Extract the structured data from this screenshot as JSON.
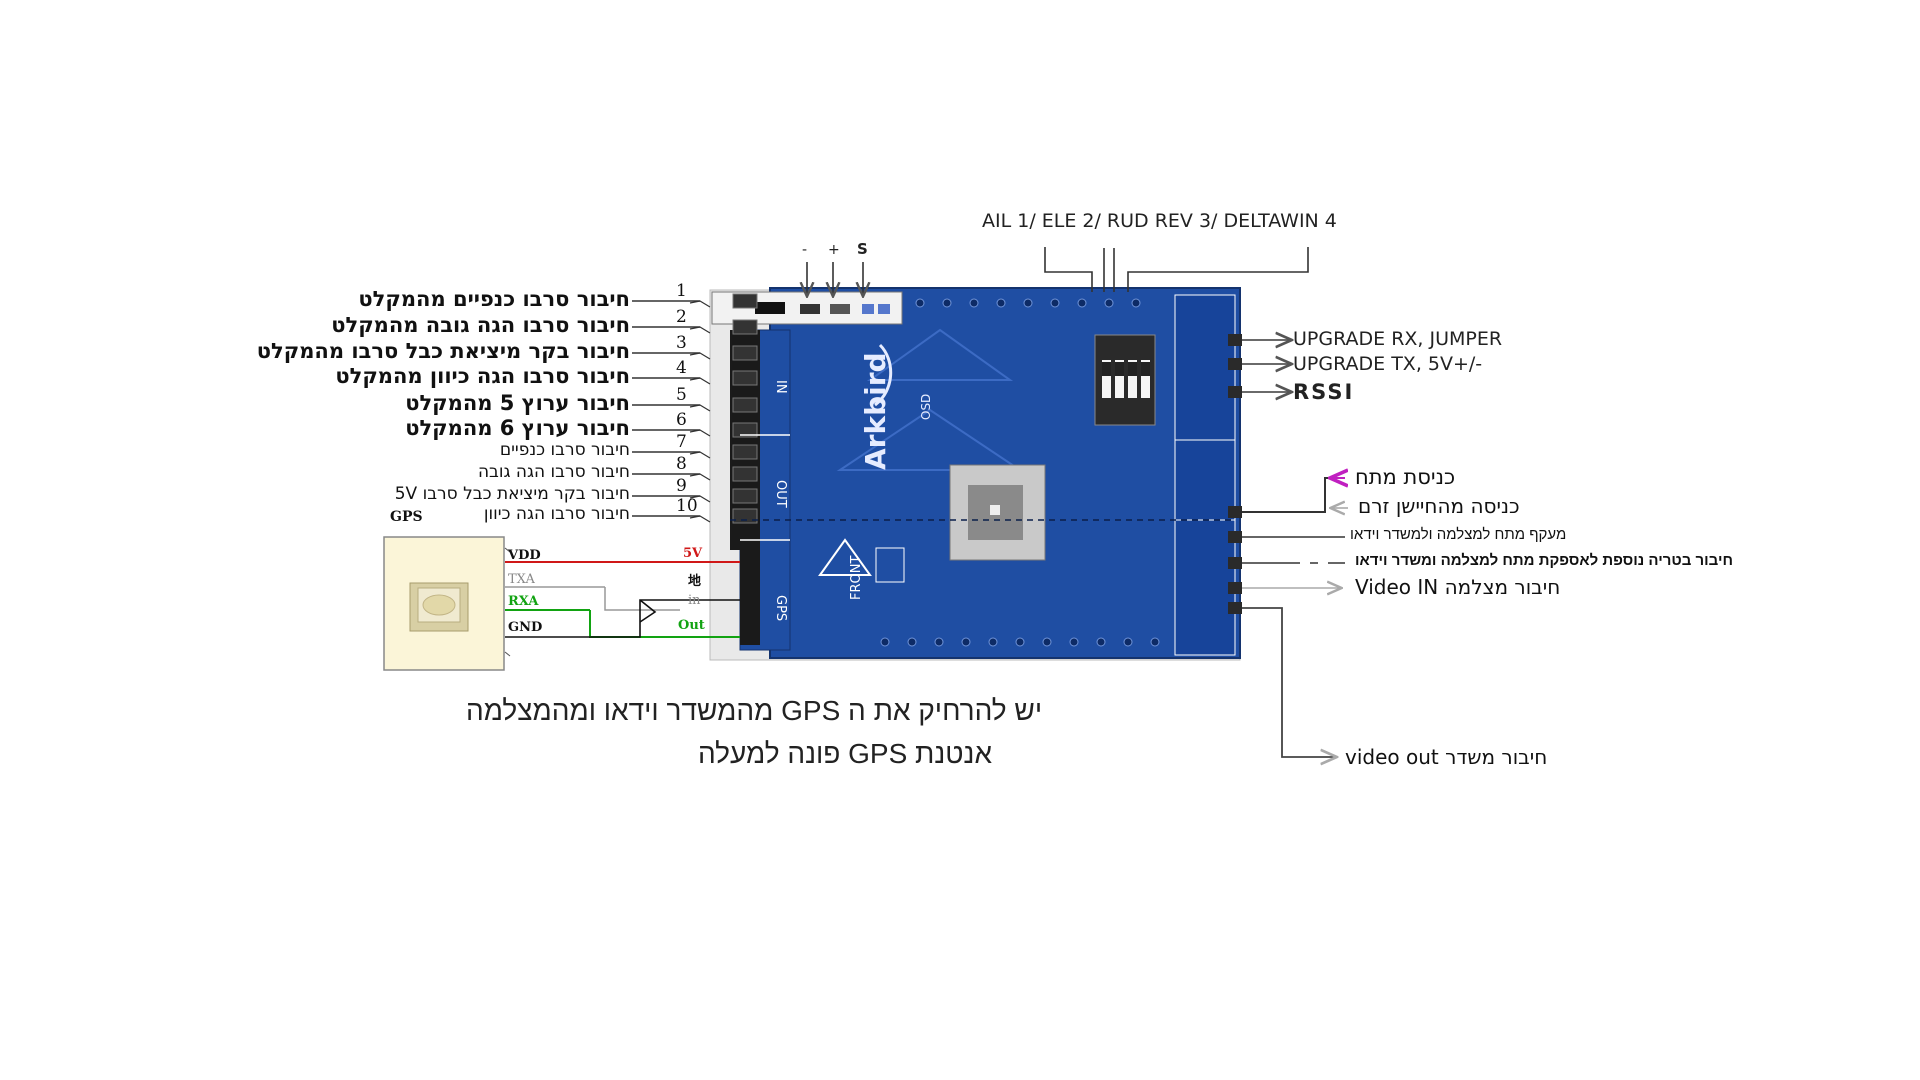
{
  "top_header": "AIL 1/ ELE 2/ RUD REV 3/   DELTAWIN 4",
  "top_pins": [
    "-",
    "+",
    "S"
  ],
  "left_labels": [
    {
      "num": "1",
      "text": "חיבור סרבו כנפיים מהמקלט"
    },
    {
      "num": "2",
      "text": "חיבור סרבו הגה גובה מהמקלט"
    },
    {
      "num": "3",
      "text": "חיבור בקר מיציאת כבל סרבו מהמקלט"
    },
    {
      "num": "4",
      "text": "חיבור סרבו הגה כיוון מהמקלט"
    },
    {
      "num": "5",
      "text": "חיבור ערוץ 5 מהמקלט"
    },
    {
      "num": "6",
      "text": "חיבור ערוץ 6 מהמקלט"
    },
    {
      "num": "7",
      "text": "חיבור סרבו כנפיים"
    },
    {
      "num": "8",
      "text": "חיבור סרבו הגה גובה"
    },
    {
      "num": "9",
      "text": "חיבור בקר מיציאת כבל סרבו 5V"
    },
    {
      "num": "10",
      "text": "חיבור סרבו הגה כיוון"
    }
  ],
  "gps": {
    "title": "GPS",
    "pins": [
      "VDD",
      "TXA",
      "RXA",
      "GND"
    ],
    "right_pins": [
      "5V",
      "地",
      "in",
      "Out"
    ]
  },
  "board": {
    "brand": "Arkbird",
    "model": "OSD",
    "section_labels": [
      "IN",
      "OUT",
      "GPS"
    ],
    "front": "FRONT"
  },
  "right_labels": [
    "UPGRADE RX, JUMPER",
    "UPGRADE TX, 5V+/-",
    "RSSI",
    "כניסת מתח",
    "כניסה מהחיישן זרם",
    "מעקף מתח למצלמה ולמשדר וידאו",
    "חיבור בטריה נוספת לאספקת מתח למצלמה ומשדר וידאו",
    "Video IN חיבור מצלמה",
    "video out חיבור משדר"
  ],
  "notes": [
    "יש להרחיק את ה GPS מהמשדר וידאו ומהמצלמה",
    "אנטנת GPS פונה למעלה"
  ],
  "colors": {
    "board": "#1f4ea3",
    "board_dark": "#163d84",
    "wire_red": "#d01818",
    "wire_green": "#12a312",
    "arrow_purple": "#c020c0",
    "gps_bg": "#fbf5d8"
  }
}
